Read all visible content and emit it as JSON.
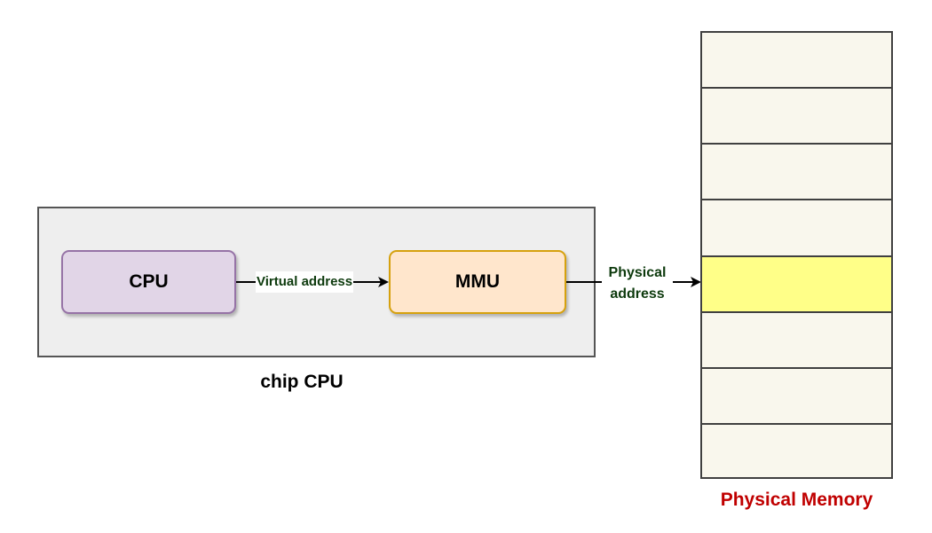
{
  "chip": {
    "label": "chip CPU",
    "cpu_label": "CPU",
    "mmu_label": "MMU"
  },
  "edges": {
    "virtual_label": "Virtual address",
    "physical_line1": "Physical",
    "physical_line2": "address"
  },
  "memory": {
    "label": "Physical Memory",
    "cell_count": 8,
    "highlighted_cell": 5
  },
  "colors": {
    "cpu_fill": "#e1d5e7",
    "cpu_stroke": "#9673a6",
    "mmu_fill": "#ffe6cc",
    "mmu_stroke": "#d6a10d",
    "chip_fill": "#eeeeee",
    "memory_cell_fill": "#f9f7ed",
    "memory_highlight": "#ffff88",
    "memory_label": "#c00000",
    "edge_label": "#0d3a0d"
  }
}
